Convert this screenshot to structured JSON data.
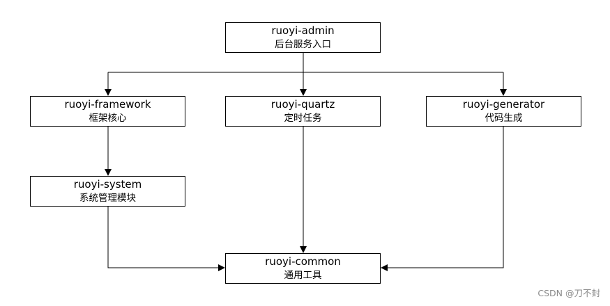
{
  "nodes": {
    "admin": {
      "name": "ruoyi-admin",
      "desc": "后台服务入口"
    },
    "framework": {
      "name": "ruoyi-framework",
      "desc": "框架核心"
    },
    "quartz": {
      "name": "ruoyi-quartz",
      "desc": "定时任务"
    },
    "generator": {
      "name": "ruoyi-generator",
      "desc": "代码生成"
    },
    "system": {
      "name": "ruoyi-system",
      "desc": "系统管理模块"
    },
    "common": {
      "name": "ruoyi-common",
      "desc": "通用工具"
    }
  },
  "edges": [
    {
      "from": "ruoyi-admin",
      "to": "ruoyi-framework"
    },
    {
      "from": "ruoyi-admin",
      "to": "ruoyi-quartz"
    },
    {
      "from": "ruoyi-admin",
      "to": "ruoyi-generator"
    },
    {
      "from": "ruoyi-framework",
      "to": "ruoyi-system"
    },
    {
      "from": "ruoyi-quartz",
      "to": "ruoyi-common"
    },
    {
      "from": "ruoyi-system",
      "to": "ruoyi-common"
    },
    {
      "from": "ruoyi-generator",
      "to": "ruoyi-common"
    }
  ],
  "watermark": "CSDN @刀不封"
}
